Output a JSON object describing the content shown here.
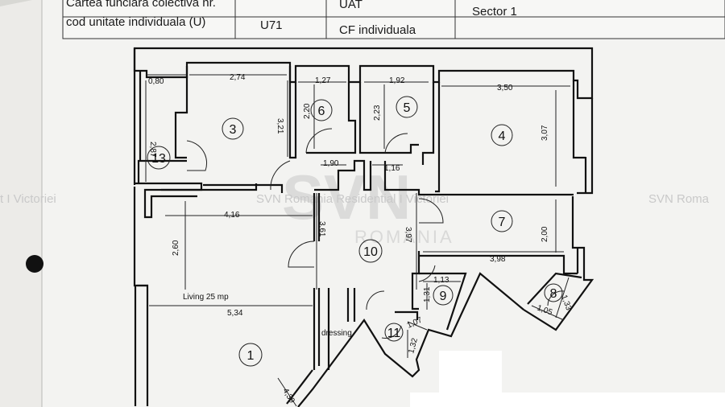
{
  "header": {
    "row1_label": "Cartea funciara colectiva nr.",
    "row1_uat_label": "UAT",
    "row1_uat_value": "Sector 1",
    "row2_label": "cod unitate individuala (U)",
    "row2_unit_value": "U71",
    "row2_cf_label": "CF individuala"
  },
  "watermark": {
    "left_text": "t I Victoriei",
    "center_text": "SVN Romania Residential I Victoriei",
    "right_text": "SVN Roma",
    "logo_text": "SVN",
    "logo_sub": "ROMANIA"
  },
  "rooms": {
    "r1": "1",
    "r3": "3",
    "r4": "4",
    "r5": "5",
    "r6": "6",
    "r7": "7",
    "r8": "8",
    "r9": "9",
    "r10": "10",
    "r11": "11",
    "r13": "13"
  },
  "labels": {
    "living": "Living 25 mp",
    "dressing": "dressing"
  },
  "dimensions": {
    "d080": "0,80",
    "d274": "2,74",
    "d127": "1,27",
    "d192": "1,92",
    "d350": "3,50",
    "d287": "2,87",
    "d321": "3,21",
    "d220": "2,20",
    "d223": "2,23",
    "d307": "3,07",
    "d190": "1,90",
    "d116": "1,16",
    "d416": "4,16",
    "d260": "2,60",
    "d361": "3,61",
    "d397": "3,97",
    "d200": "2,00",
    "d398": "3,98",
    "d113": "1,13",
    "d131": "1,31",
    "d133": "1,33",
    "d105": "1,05",
    "d534": "5,34",
    "d107": "1,07",
    "d132": "1,32",
    "d439": "4,39"
  }
}
